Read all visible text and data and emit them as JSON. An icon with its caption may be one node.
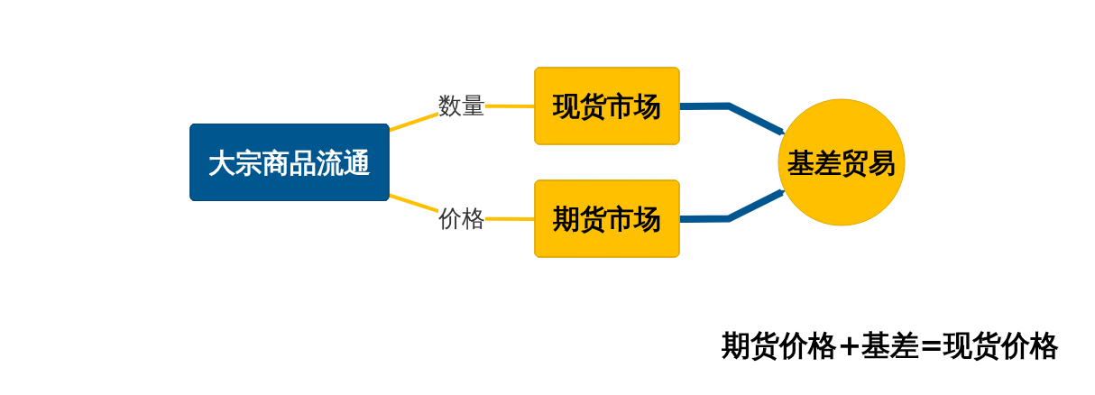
{
  "diagram": {
    "nodes": [
      {
        "text": [
          "大宗商品流通"
        ]
      },
      {
        "text": [
          "现货市场"
        ]
      },
      {
        "text": [
          "期货市场"
        ]
      },
      {
        "text": [
          "基差贸易"
        ]
      }
    ],
    "edges": [
      {
        "from": 0,
        "to": 1,
        "label": "数量",
        "arrow": "none",
        "color": "#ffc000"
      },
      {
        "from": 0,
        "to": 2,
        "label": "价格",
        "arrow": "none",
        "color": "#ffc000"
      },
      {
        "from": 1,
        "to": 3,
        "arrow": "to",
        "style": "thick",
        "color": "#00578f"
      },
      {
        "from": 2,
        "to": 3,
        "arrow": "to",
        "style": "thick",
        "color": "#00578f"
      }
    ],
    "labels": [
      "期货价格+基差=现货价格"
    ]
  }
}
